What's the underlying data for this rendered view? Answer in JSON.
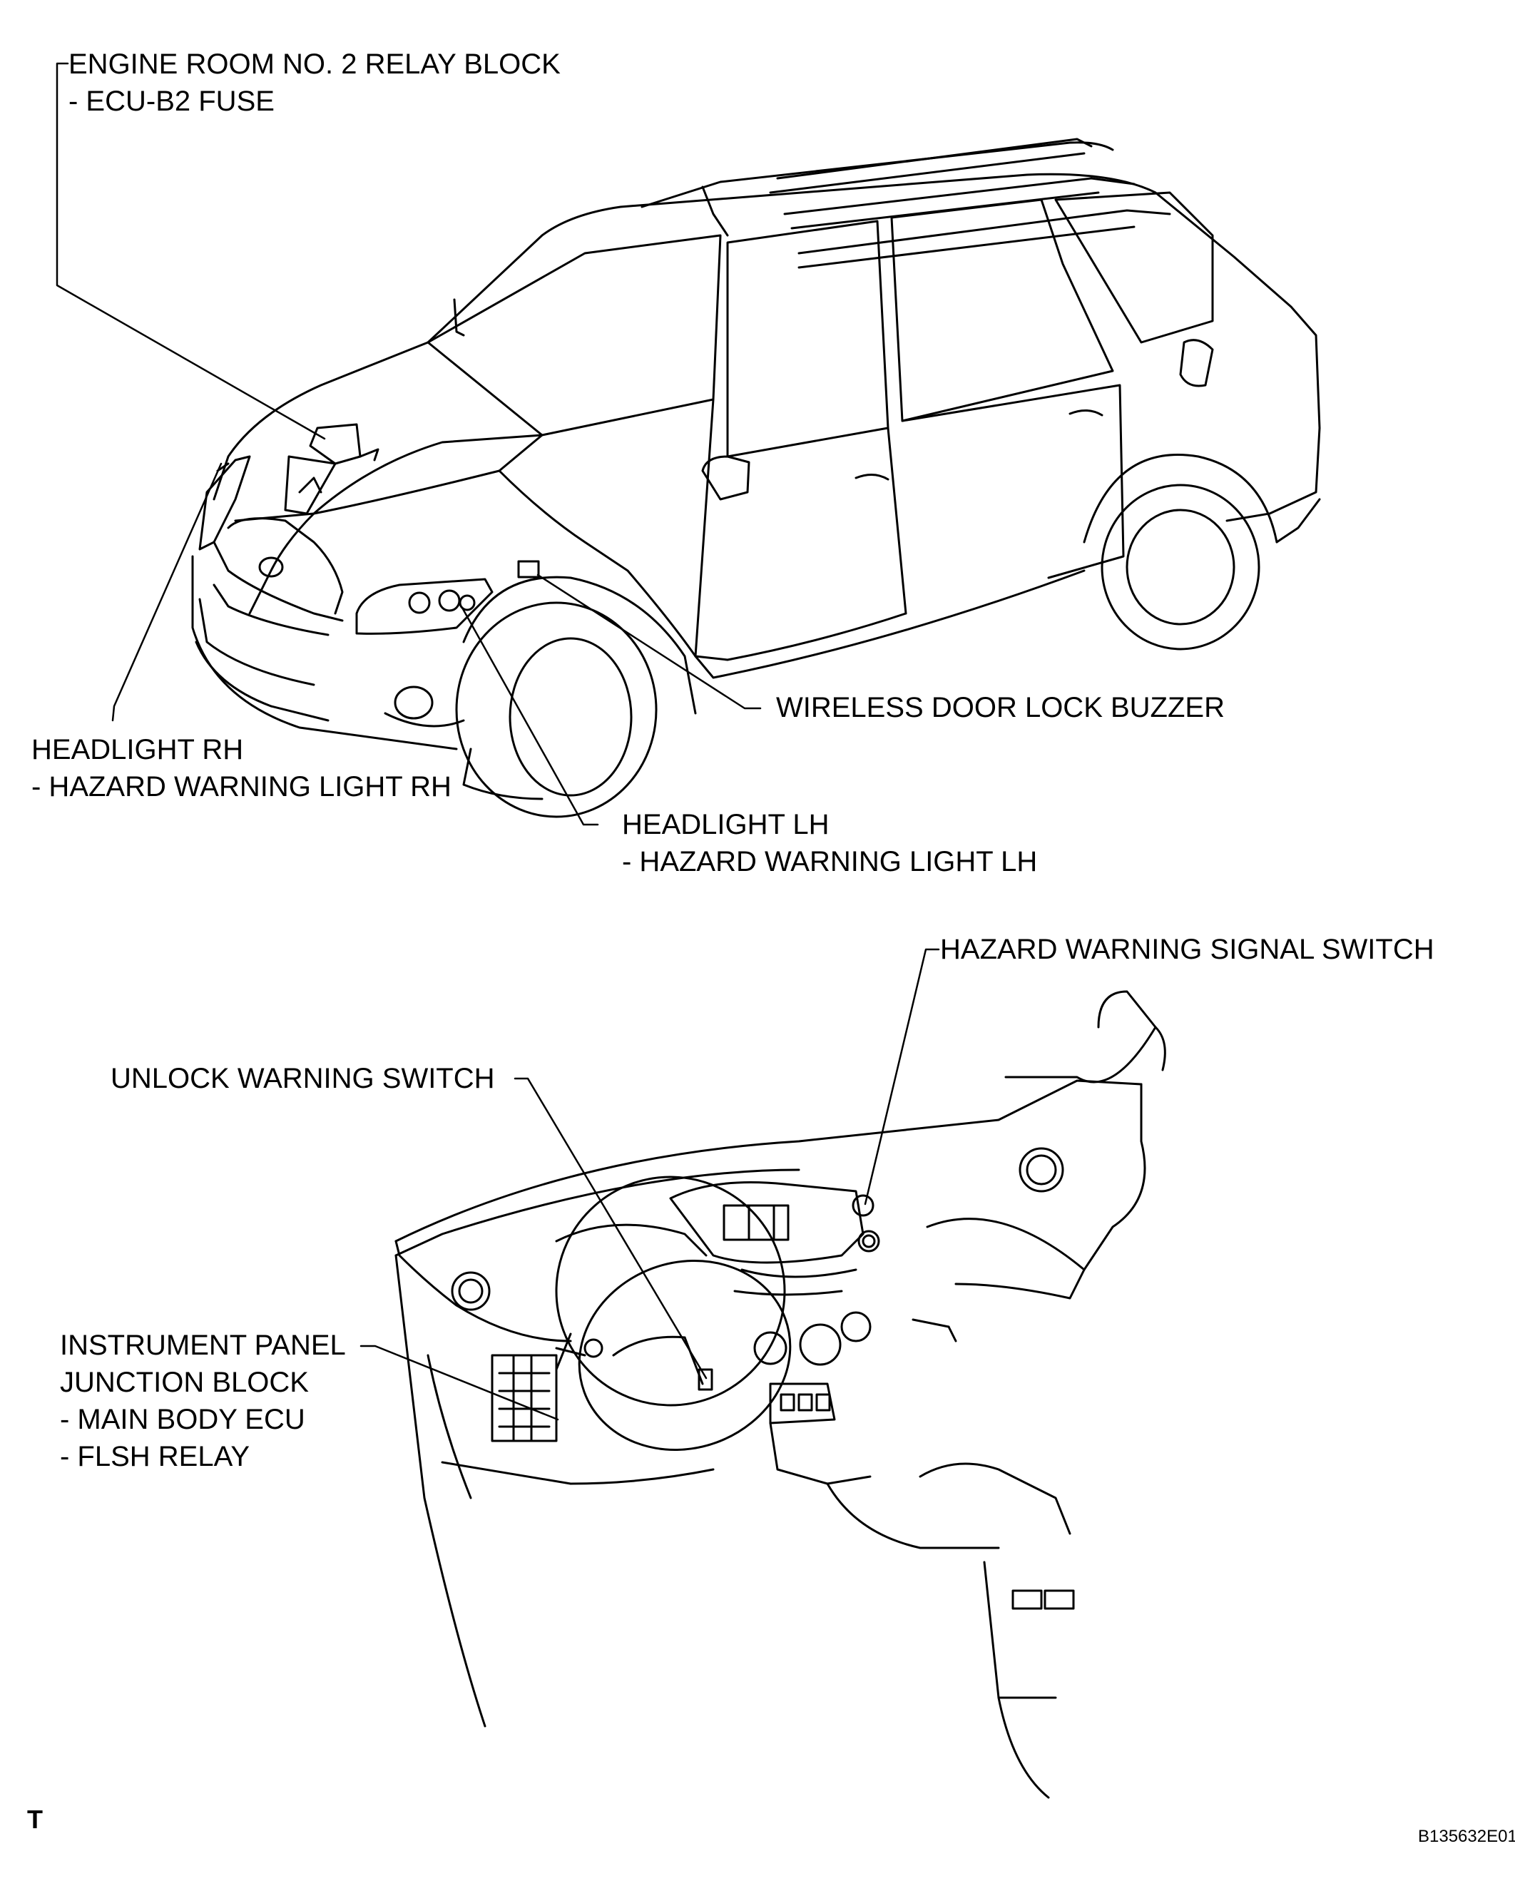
{
  "labels": {
    "engine_relay": {
      "title": "ENGINE ROOM NO. 2 RELAY BLOCK",
      "sub": [
        "- ECU-B2 FUSE"
      ]
    },
    "headlight_rh": {
      "title": "HEADLIGHT RH",
      "sub": [
        "- HAZARD WARNING LIGHT RH"
      ]
    },
    "headlight_lh": {
      "title": "HEADLIGHT LH",
      "sub": [
        "- HAZARD WARNING LIGHT LH"
      ]
    },
    "buzzer": {
      "title": "WIRELESS DOOR LOCK BUZZER"
    },
    "hazard_switch": {
      "title": "HAZARD WARNING SIGNAL SWITCH"
    },
    "unlock_switch": {
      "title": "UNLOCK WARNING SWITCH"
    },
    "ip_junction": {
      "title": "INSTRUMENT PANEL",
      "sub": [
        "JUNCTION BLOCK",
        "- MAIN BODY ECU",
        "- FLSH RELAY"
      ]
    }
  },
  "corner_mark": "T",
  "figure_code": "B135632E01"
}
